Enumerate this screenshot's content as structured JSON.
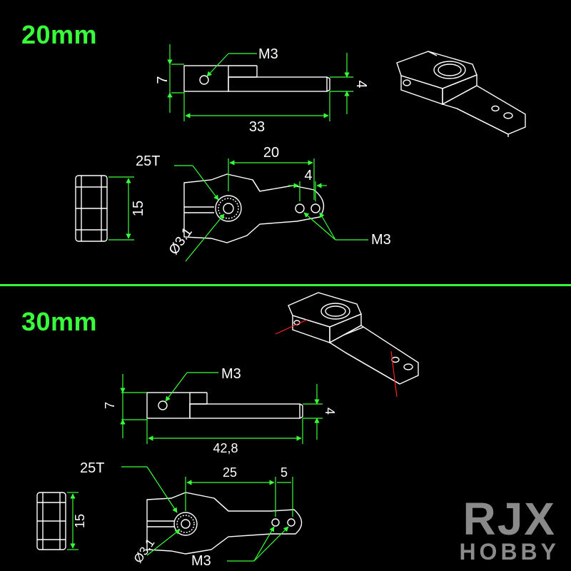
{
  "sections": {
    "top": {
      "title": "20mm",
      "hole_label": "M3",
      "dim_height": "7",
      "dim_tip_height": "4",
      "dim_length": "33",
      "spline_label": "25T",
      "dim_hole_distance": "20",
      "dim_hole_spacing": "4",
      "dim_side_height": "15",
      "dim_bore": "Ø3.1",
      "arm_hole_label": "M3"
    },
    "bottom": {
      "title": "30mm",
      "hole_label": "M3",
      "dim_height": "7",
      "dim_tip_height": "4",
      "dim_length": "42,8",
      "spline_label": "25T",
      "dim_hole_distance": "25",
      "dim_hole_spacing": "5",
      "dim_side_height": "15",
      "dim_bore": "Ø3.1",
      "arm_hole_label": "M3"
    }
  },
  "brand": {
    "main": "RJX",
    "sub": "HOBBY"
  },
  "colors": {
    "background": "#000000",
    "accent": "#39ff3a",
    "lines": "#ffffff",
    "brand": "#8a8a8a",
    "cutline": "#ff2020"
  }
}
